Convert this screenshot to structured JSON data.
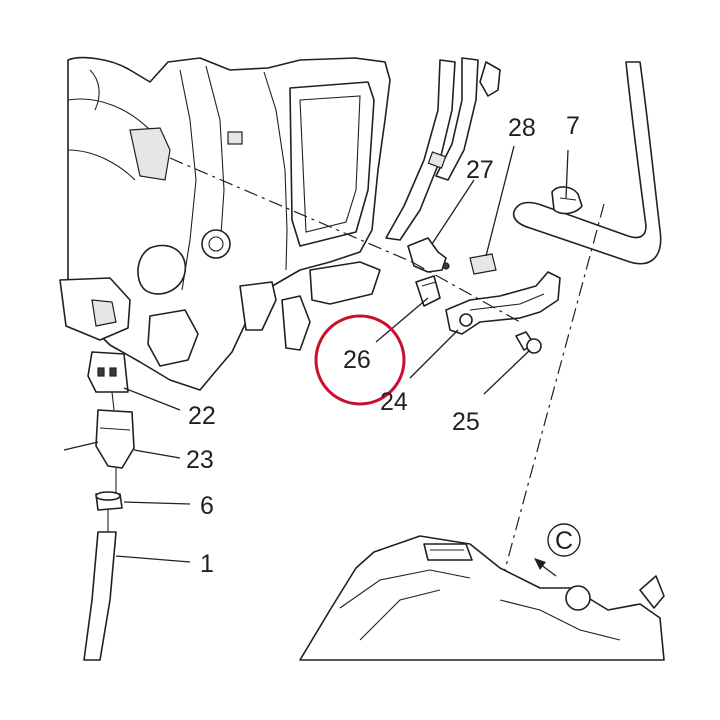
{
  "diagram": {
    "callouts": [
      {
        "id": "c1",
        "text": "1"
      },
      {
        "id": "c6",
        "text": "6"
      },
      {
        "id": "c7",
        "text": "7"
      },
      {
        "id": "c22",
        "text": "22"
      },
      {
        "id": "c23",
        "text": "23"
      },
      {
        "id": "c24",
        "text": "24"
      },
      {
        "id": "c25",
        "text": "25"
      },
      {
        "id": "c26",
        "text": "26"
      },
      {
        "id": "c27",
        "text": "27"
      },
      {
        "id": "c28",
        "text": "28"
      }
    ],
    "view_marker": "C",
    "highlight_color": "#c8102e"
  }
}
